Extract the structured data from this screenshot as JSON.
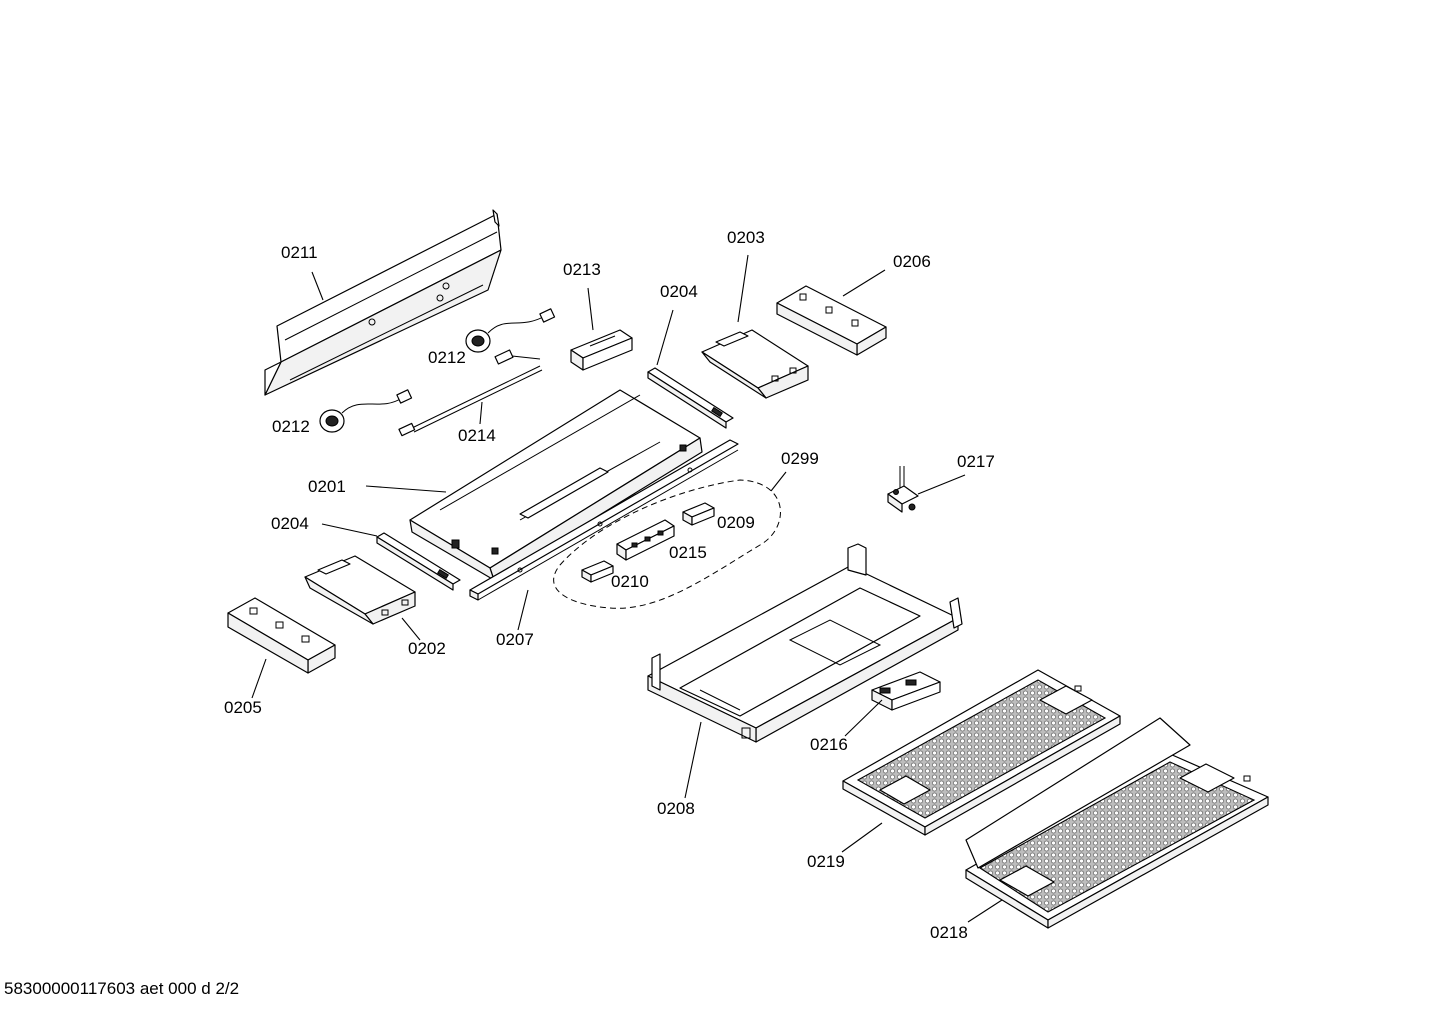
{
  "diagram": {
    "labels": {
      "p0211": "0211",
      "p0213": "0213",
      "p0204a": "0204",
      "p0203": "0203",
      "p0206": "0206",
      "p0212a": "0212",
      "p0212b": "0212",
      "p0214": "0214",
      "p0299": "0299",
      "p0217": "0217",
      "p0201": "0201",
      "p0209": "0209",
      "p0204b": "0204",
      "p0215": "0215",
      "p0210": "0210",
      "p0202": "0202",
      "p0207": "0207",
      "p0205": "0205",
      "p0216": "0216",
      "p0208": "0208",
      "p0219": "0219",
      "p0218": "0218"
    },
    "footer": "58300000117603 aet 000 d 2/2"
  }
}
